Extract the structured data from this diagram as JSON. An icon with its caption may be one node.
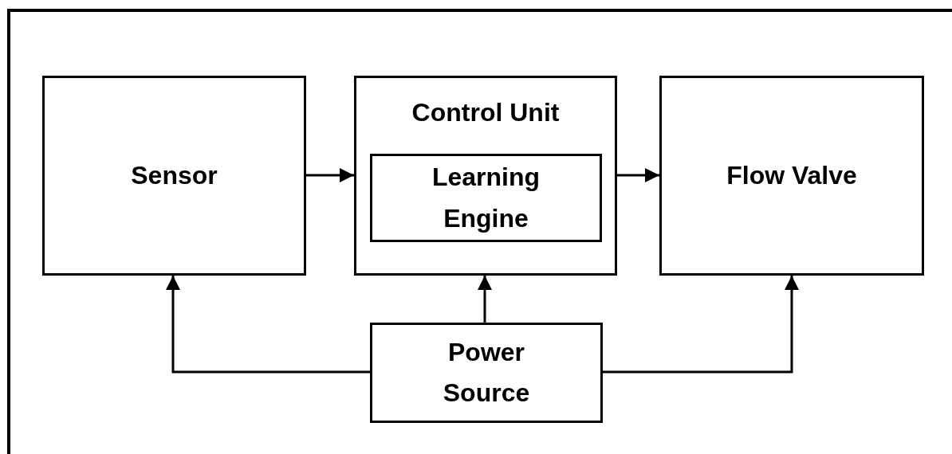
{
  "diagram": {
    "nodes": [
      {
        "text": [
          "Sensor"
        ]
      },
      {
        "text": [
          "Control Unit"
        ]
      },
      {
        "text": [
          "Learning Engine"
        ],
        "in": 1
      },
      {
        "text": [
          "Flow Valve"
        ]
      },
      {
        "text": [
          "Power Source"
        ]
      }
    ],
    "edges": [
      {
        "from": 0,
        "to": 1,
        "arrow": "to"
      },
      {
        "from": 1,
        "to": 3,
        "arrow": "to"
      },
      {
        "from": 4,
        "to": 1,
        "arrow": "to"
      },
      {
        "from": 4,
        "to": 0,
        "arrow": "to"
      },
      {
        "from": 4,
        "to": 3,
        "arrow": "to"
      }
    ]
  }
}
